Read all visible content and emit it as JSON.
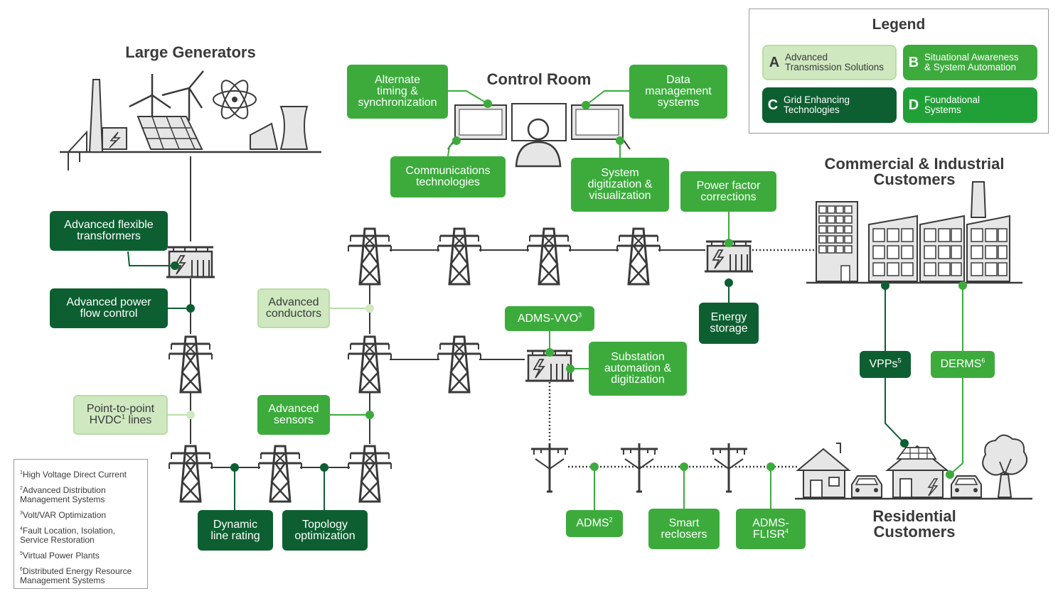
{
  "headings": {
    "large_generators": "Large Generators",
    "control_room": "Control Room",
    "commercial": "Commercial & Industrial\nCustomers",
    "residential": "Residential\nCustomers"
  },
  "legend": {
    "title": "Legend",
    "items": [
      {
        "letter": "A",
        "text": "Advanced\nTransmission Solutions",
        "color": "#cfe8c0"
      },
      {
        "letter": "B",
        "text": "Situational Awareness\n& System Automation",
        "color": "#3cab3c"
      },
      {
        "letter": "C",
        "text": "Grid Enhancing\nTechnologies",
        "color": "#0d5f31"
      },
      {
        "letter": "D",
        "text": "Foundational\nSystems",
        "color": "#22a038"
      }
    ]
  },
  "tags": {
    "alt_timing": "Alternate\ntiming &\nsynchronization",
    "data_mgmt": "Data\nmanagement\nsystems",
    "comms": "Communications\ntechnologies",
    "sys_digit": "System\ndigitization &\nvisualization",
    "pf_corr": "Power factor\ncorrections",
    "adv_flex": "Advanced flexible\ntransformers",
    "adv_power": "Advanced power\nflow control",
    "adv_cond": "Advanced\nconductors",
    "hvdc": "Point-to-point\nHVDC",
    "hvdc_sup": "1",
    "hvdc_tail": " lines",
    "adv_sensors": "Advanced\nsensors",
    "dyn_line": "Dynamic\nline rating",
    "topo": "Topology\noptimization",
    "adms_vvo": "ADMS-VVO",
    "adms_vvo_sup": "3",
    "sub_auto": "Substation\nautomation &\ndigitization",
    "energy_storage": "Energy\nstorage",
    "vpps": "VPPs",
    "vpps_sup": "5",
    "derms": "DERMS",
    "derms_sup": "6",
    "adms": "ADMS",
    "adms_sup": "2",
    "smart_rec": "Smart\nreclosers",
    "adms_flisr": "ADMS-\nFLISR",
    "adms_flisr_sup": "4"
  },
  "footnotes": [
    {
      "n": "1",
      "text": "High Voltage Direct Current"
    },
    {
      "n": "2",
      "text": "Advanced Distribution\nManagement Systems"
    },
    {
      "n": "3",
      "text": "Volt/VAR Optimization"
    },
    {
      "n": "4",
      "text": "Fault Location, Isolation,\nService Restoration"
    },
    {
      "n": "5",
      "text": "Virtual Power Plants"
    },
    {
      "n": "6",
      "text": "Distributed Energy Resource\nManagement Systems"
    }
  ],
  "colors": {
    "light_green": "#cfe8c0",
    "medium_green": "#3cab3c",
    "bright_green": "#22a038",
    "dark_green": "#0d5f31",
    "grey": "#3a3a3a"
  }
}
